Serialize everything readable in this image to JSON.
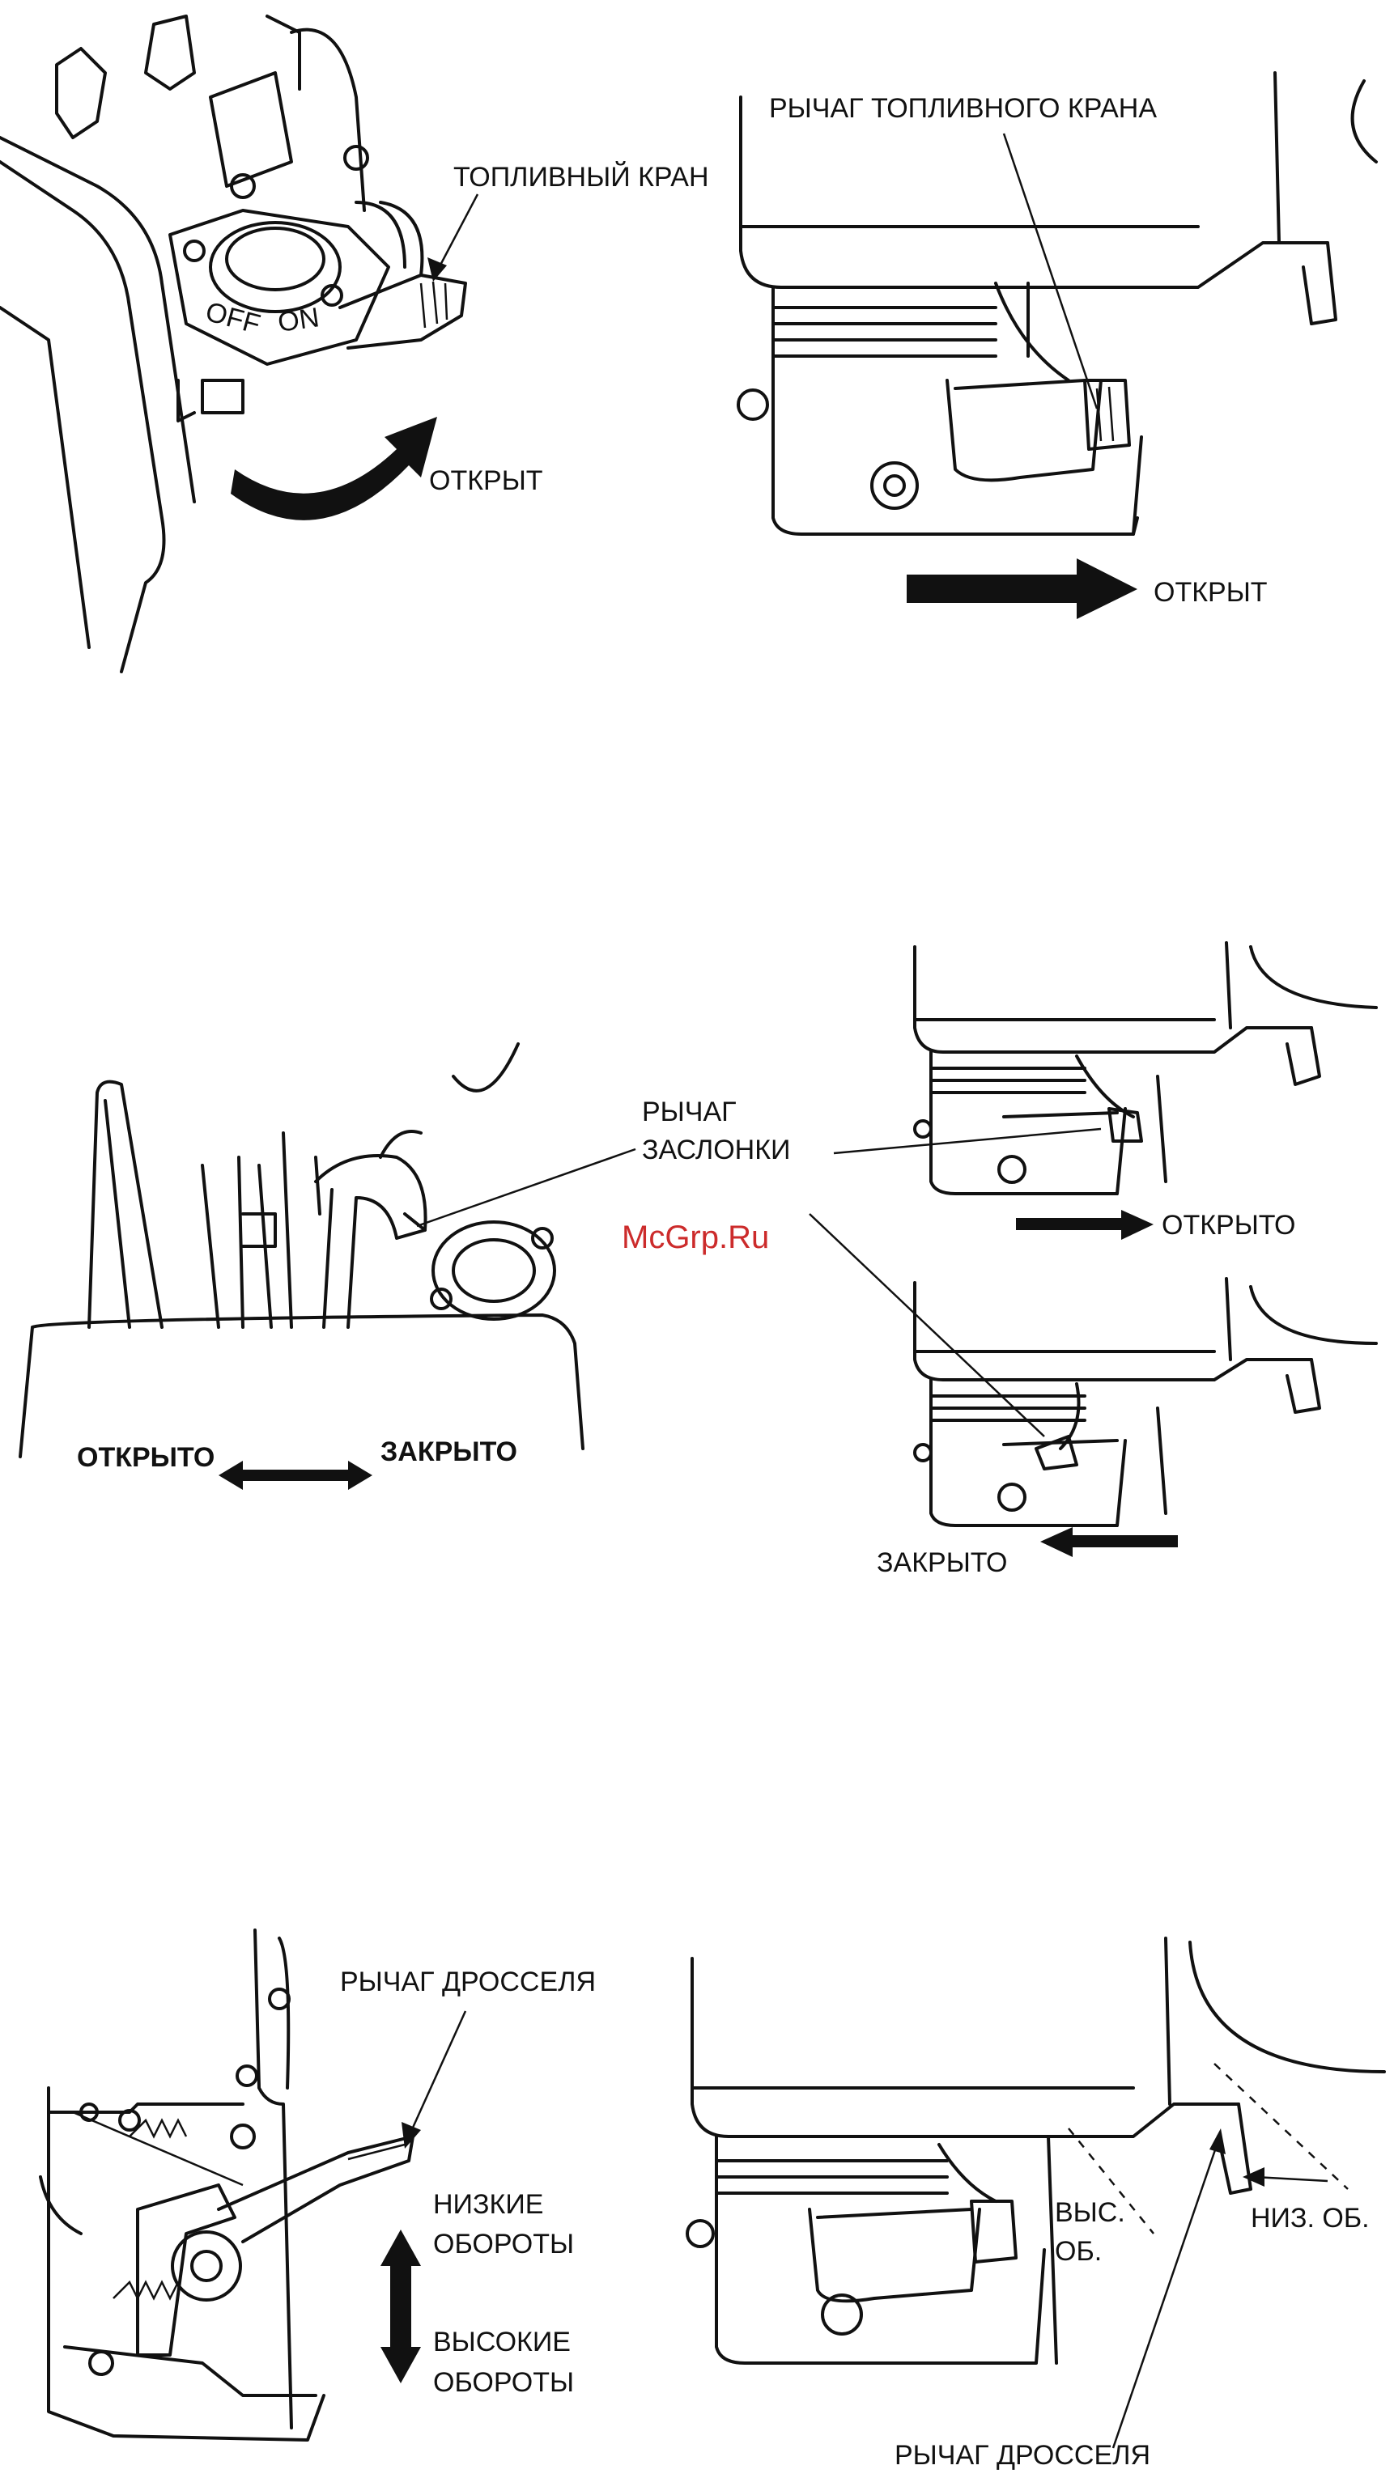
{
  "panel1": {
    "left": {
      "fuel_valve_label": "ТОПЛИВНЫЙ КРАН",
      "open_label": "ОТКРЫТ",
      "off_text": "OFF",
      "on_text": "ON"
    },
    "right": {
      "fuel_lever_label": "РЫЧАГ ТОПЛИВНОГО КРАНА",
      "open_label": "ОТКРЫТ"
    }
  },
  "panel2": {
    "left": {
      "open_label": "ОТКРЫТО",
      "closed_label": "ЗАКРЫТО"
    },
    "choke_lever_label_line1": "РЫЧАГ",
    "choke_lever_label_line2": "ЗАСЛОНКИ",
    "right": {
      "open_label": "ОТКРЫТО",
      "closed_label": "ЗАКРЫТО"
    }
  },
  "watermark": "McGrp.Ru",
  "panel3": {
    "left": {
      "throttle_lever_label": "РЫЧАГ ДРОССЕЛЯ",
      "low_rpm_line1": "НИЗКИЕ",
      "low_rpm_line2": "ОБОРОТЫ",
      "high_rpm_line1": "ВЫСОКИЕ",
      "high_rpm_line2": "ОБОРОТЫ"
    },
    "right": {
      "high_short_line1": "ВЫС.",
      "high_short_line2": "ОБ.",
      "low_short": "НИЗ. ОБ.",
      "throttle_lever_label": "РЫЧАГ ДРОССЕЛЯ"
    }
  }
}
